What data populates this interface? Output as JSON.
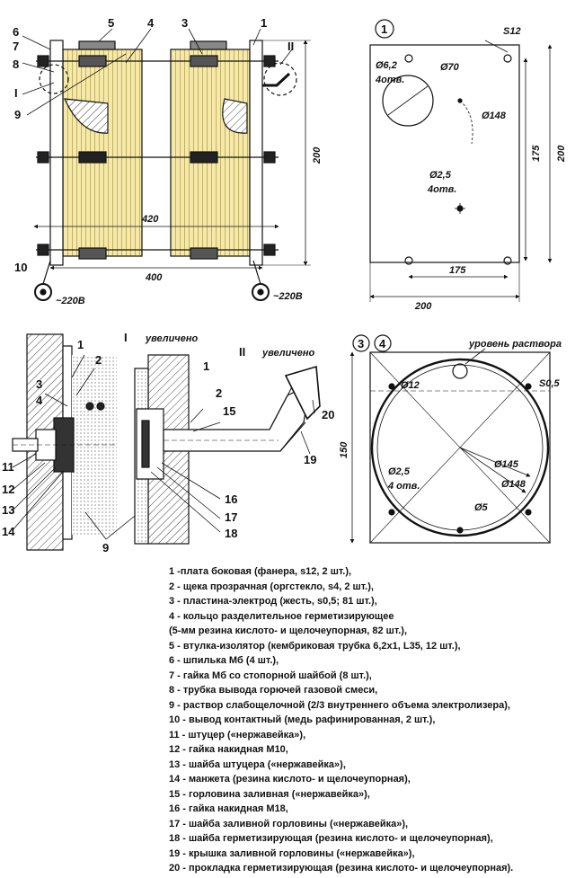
{
  "view_main": {
    "markers": [
      "5",
      "4",
      "3",
      "1",
      "6",
      "7",
      "8",
      "I",
      "9",
      "II",
      "10"
    ],
    "dim_width_outer": "420",
    "dim_width_inner": "400",
    "dim_height": "200",
    "voltage_left": "~220В",
    "voltage_right": "~220В"
  },
  "view_plate": {
    "circle_label": "1",
    "thickness": "S12",
    "hole_small": "Ø6,2",
    "hole_small_count": "4отв.",
    "hole_big": "Ø70",
    "circle_148": "Ø148",
    "hole_tiny": "Ø2,5",
    "hole_tiny_count": "4отв.",
    "dim_175_v": "175",
    "dim_200_v": "200",
    "dim_175_h": "175",
    "dim_200_h": "200"
  },
  "detail_I": {
    "roman": "I",
    "caption": "увеличено",
    "markers": [
      "1",
      "2",
      "3",
      "4",
      "11",
      "12",
      "13",
      "14",
      "9"
    ]
  },
  "detail_II": {
    "roman": "II",
    "caption": "увеличено",
    "markers": [
      "1",
      "2",
      "15",
      "20",
      "19",
      "16",
      "17",
      "18"
    ]
  },
  "view_electrode": {
    "circle_label_a": "3",
    "circle_label_b": "4",
    "level_label": "уровень раствора",
    "thickness": "S0,5",
    "hole_12": "Ø12",
    "d145": "Ø145",
    "d148": "Ø148",
    "hole_25": "Ø2,5",
    "hole_25_count": "4 отв.",
    "hole_5": "Ø5",
    "dim_150": "150"
  },
  "legend": [
    "1 -плата боковая (фанера, s12, 2 шт.),",
    "2 - щека прозрачная (оргстекло, s4, 2 шт.),",
    "3 - пластина-электрод (жесть, s0,5; 81 шт.),",
    "4 - кольцо разделительное герметизирующее",
    "(5-мм резина кислото- и щелочеупорная, 82 шт.),",
    "5 - втулка-изолятор (кембриковая трубка 6,2х1, L35, 12 шт.),",
    "6 - шпилька Мб (4 шт.),",
    "7 - гайка Мб со стопорной шайбой (8 шт.),",
    "8 - трубка вывода горючей газовой смеси,",
    "9 - раствор слабощелочной (2/3 внутреннего объема электролизера),",
    "10 - вывод контактный (медь рафинированная, 2 шт.),",
    "11 - штуцер («нержавейка»),",
    "12 - гайка накидная М10,",
    "13 - шайба штуцера («нержавейка»),",
    "14 - манжета (резина кислото- и щелочеупорная),",
    "15 - горловина заливная («нержавейка»),",
    "16 - гайка накидная М18,",
    "17 - шайба заливной горловины («нержавейка»),",
    "18 - шайба герметизирующая (резина кислото- и щелочеупорная),",
    "19 - крышка заливной горловины («нержавейка»),",
    "20 - прокладка герметизирующая (резина кислото- и щелочеупорная)."
  ]
}
